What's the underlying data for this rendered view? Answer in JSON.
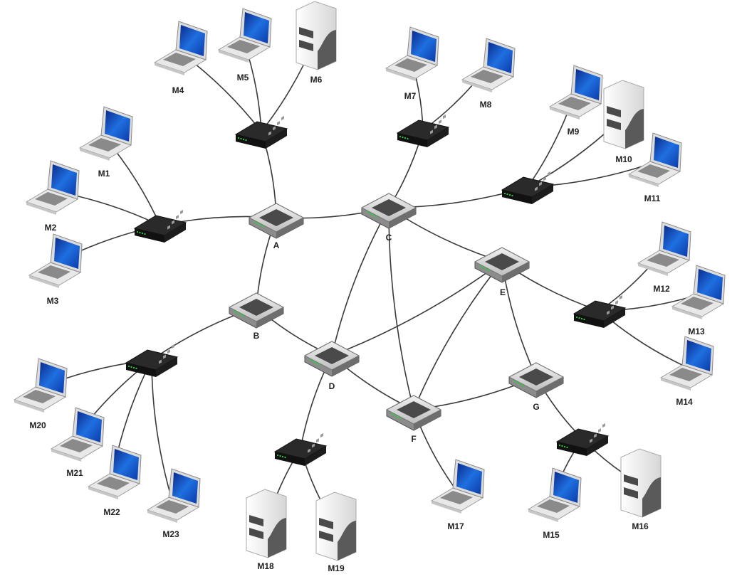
{
  "routers": [
    {
      "id": "A",
      "label": "A"
    },
    {
      "id": "B",
      "label": "B"
    },
    {
      "id": "C",
      "label": "C"
    },
    {
      "id": "D",
      "label": "D"
    },
    {
      "id": "E",
      "label": "E"
    },
    {
      "id": "F",
      "label": "F"
    },
    {
      "id": "G",
      "label": "G"
    }
  ],
  "switches": [
    {
      "id": "SW1"
    },
    {
      "id": "SW2"
    },
    {
      "id": "SW3"
    },
    {
      "id": "SW4"
    },
    {
      "id": "SW5"
    },
    {
      "id": "SW6"
    },
    {
      "id": "SW7"
    },
    {
      "id": "SW8"
    }
  ],
  "machines": [
    {
      "id": "M1",
      "label": "M1",
      "kind": "laptop"
    },
    {
      "id": "M2",
      "label": "M2",
      "kind": "laptop"
    },
    {
      "id": "M3",
      "label": "M3",
      "kind": "laptop"
    },
    {
      "id": "M4",
      "label": "M4",
      "kind": "laptop"
    },
    {
      "id": "M5",
      "label": "M5",
      "kind": "laptop"
    },
    {
      "id": "M6",
      "label": "M6",
      "kind": "server"
    },
    {
      "id": "M7",
      "label": "M7",
      "kind": "laptop"
    },
    {
      "id": "M8",
      "label": "M8",
      "kind": "laptop"
    },
    {
      "id": "M9",
      "label": "M9",
      "kind": "laptop"
    },
    {
      "id": "M10",
      "label": "M10",
      "kind": "server"
    },
    {
      "id": "M11",
      "label": "M11",
      "kind": "laptop"
    },
    {
      "id": "M12",
      "label": "M12",
      "kind": "laptop"
    },
    {
      "id": "M13",
      "label": "M13",
      "kind": "laptop"
    },
    {
      "id": "M14",
      "label": "M14",
      "kind": "laptop"
    },
    {
      "id": "M15",
      "label": "M15",
      "kind": "laptop"
    },
    {
      "id": "M16",
      "label": "M16",
      "kind": "server"
    },
    {
      "id": "M17",
      "label": "M17",
      "kind": "laptop"
    },
    {
      "id": "M18",
      "label": "M18",
      "kind": "server"
    },
    {
      "id": "M19",
      "label": "M19",
      "kind": "server"
    },
    {
      "id": "M20",
      "label": "M20",
      "kind": "laptop"
    },
    {
      "id": "M21",
      "label": "M21",
      "kind": "laptop"
    },
    {
      "id": "M22",
      "label": "M22",
      "kind": "laptop"
    },
    {
      "id": "M23",
      "label": "M23",
      "kind": "laptop"
    }
  ],
  "links": [
    [
      "A",
      "B"
    ],
    [
      "A",
      "C"
    ],
    [
      "A",
      "SW1"
    ],
    [
      "A",
      "SW2"
    ],
    [
      "B",
      "D"
    ],
    [
      "B",
      "SW6"
    ],
    [
      "C",
      "D"
    ],
    [
      "C",
      "E"
    ],
    [
      "C",
      "F"
    ],
    [
      "C",
      "SW3"
    ],
    [
      "C",
      "SW4"
    ],
    [
      "D",
      "E"
    ],
    [
      "D",
      "F"
    ],
    [
      "D",
      "SW8"
    ],
    [
      "E",
      "F"
    ],
    [
      "E",
      "G"
    ],
    [
      "E",
      "SW5"
    ],
    [
      "F",
      "G"
    ],
    [
      "F",
      "M17"
    ],
    [
      "G",
      "SW7"
    ],
    [
      "SW1",
      "M1"
    ],
    [
      "SW1",
      "M2"
    ],
    [
      "SW1",
      "M3"
    ],
    [
      "SW2",
      "M4"
    ],
    [
      "SW2",
      "M5"
    ],
    [
      "SW2",
      "M6"
    ],
    [
      "SW3",
      "M7"
    ],
    [
      "SW3",
      "M8"
    ],
    [
      "SW4",
      "M9"
    ],
    [
      "SW4",
      "M10"
    ],
    [
      "SW4",
      "M11"
    ],
    [
      "SW5",
      "M12"
    ],
    [
      "SW5",
      "M13"
    ],
    [
      "SW5",
      "M14"
    ],
    [
      "SW6",
      "M20"
    ],
    [
      "SW6",
      "M21"
    ],
    [
      "SW6",
      "M22"
    ],
    [
      "SW6",
      "M23"
    ],
    [
      "SW7",
      "M15"
    ],
    [
      "SW7",
      "M16"
    ],
    [
      "SW8",
      "M18"
    ],
    [
      "SW8",
      "M19"
    ]
  ]
}
